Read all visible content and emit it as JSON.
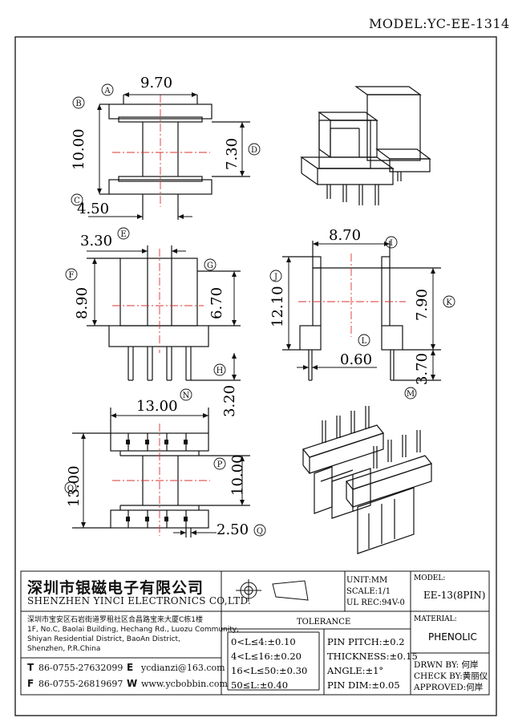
{
  "model": "MODEL:YC-EE-1314",
  "dimensions": {
    "top_width": "9.70",
    "top_height": "10.00",
    "top_inner": "7.30",
    "top_bottom": "4.50",
    "front_top": "3.30",
    "front_height": "8.90",
    "front_inner": "6.70",
    "pin_length": "3.20",
    "side_width": "8.70",
    "side_height": "12.10",
    "side_inner": "7.90",
    "pin_dia": "0.60",
    "side_pin": "3.70",
    "bottom_width": "13.00",
    "bottom_height": "13.00",
    "bottom_inner": "10.00",
    "pin_pitch": "2.50"
  },
  "markers": {
    "A": "A",
    "B": "B",
    "C": "C",
    "D": "D",
    "E": "E",
    "F": "F",
    "G": "G",
    "H": "H",
    "I": "I",
    "J": "J",
    "K": "K",
    "L": "L",
    "M": "M",
    "N": "N",
    "O": "O",
    "P": "P",
    "Q": "Q"
  },
  "title_block": {
    "company_cn": "深圳市银磁电子有限公司",
    "company_en": "SHENZHEN YINCI ELECTRONICS CO,LTD.",
    "address_cn": "深圳市宝安区石岩街道罗租社区合昌路宝来大厦C栋1楼",
    "address_en_1": "1F, No.C, Baolai Building, Hechang Rd., Luozu Community,",
    "address_en_2": "Shiyan Residential District, BaoAn District,",
    "address_en_3": "Shenzhen, P.R.China",
    "tel_label": "T",
    "tel": "86-0755-27632099",
    "fax_label": "F",
    "fax": "86-0755-26819697",
    "email_label": "E",
    "email": "ycdianzi@163.com",
    "web_label": "W",
    "web": "www.ycbobbin.com",
    "unit": "UNIT:MM",
    "scale": "SCALE:1/1",
    "ul": "UL REC:94V-0",
    "model_label": "MODEL:",
    "model_value": "EE-13(8PIN)",
    "material_label": "MATERIAL:",
    "material_value": "PHENOLIC",
    "tolerance_title": "TOLERANCE",
    "tol_1": "0<L≤4:±0.10",
    "tol_2": "4<L≤16:±0.20",
    "tol_3": "16<L≤50:±0.30",
    "tol_4": "50≤L:±0.40",
    "pin_pitch": "PIN PITCH:±0.2",
    "thickness": "THICKNESS:±0.15",
    "angle": "ANGLE:±1°",
    "pin_dim": "PIN DIM:±0.05",
    "drawn_by": "DRWN BY: 何岸",
    "check_by": "CHECK BY:黄丽仪",
    "approved": "APPROVED:何岸"
  }
}
